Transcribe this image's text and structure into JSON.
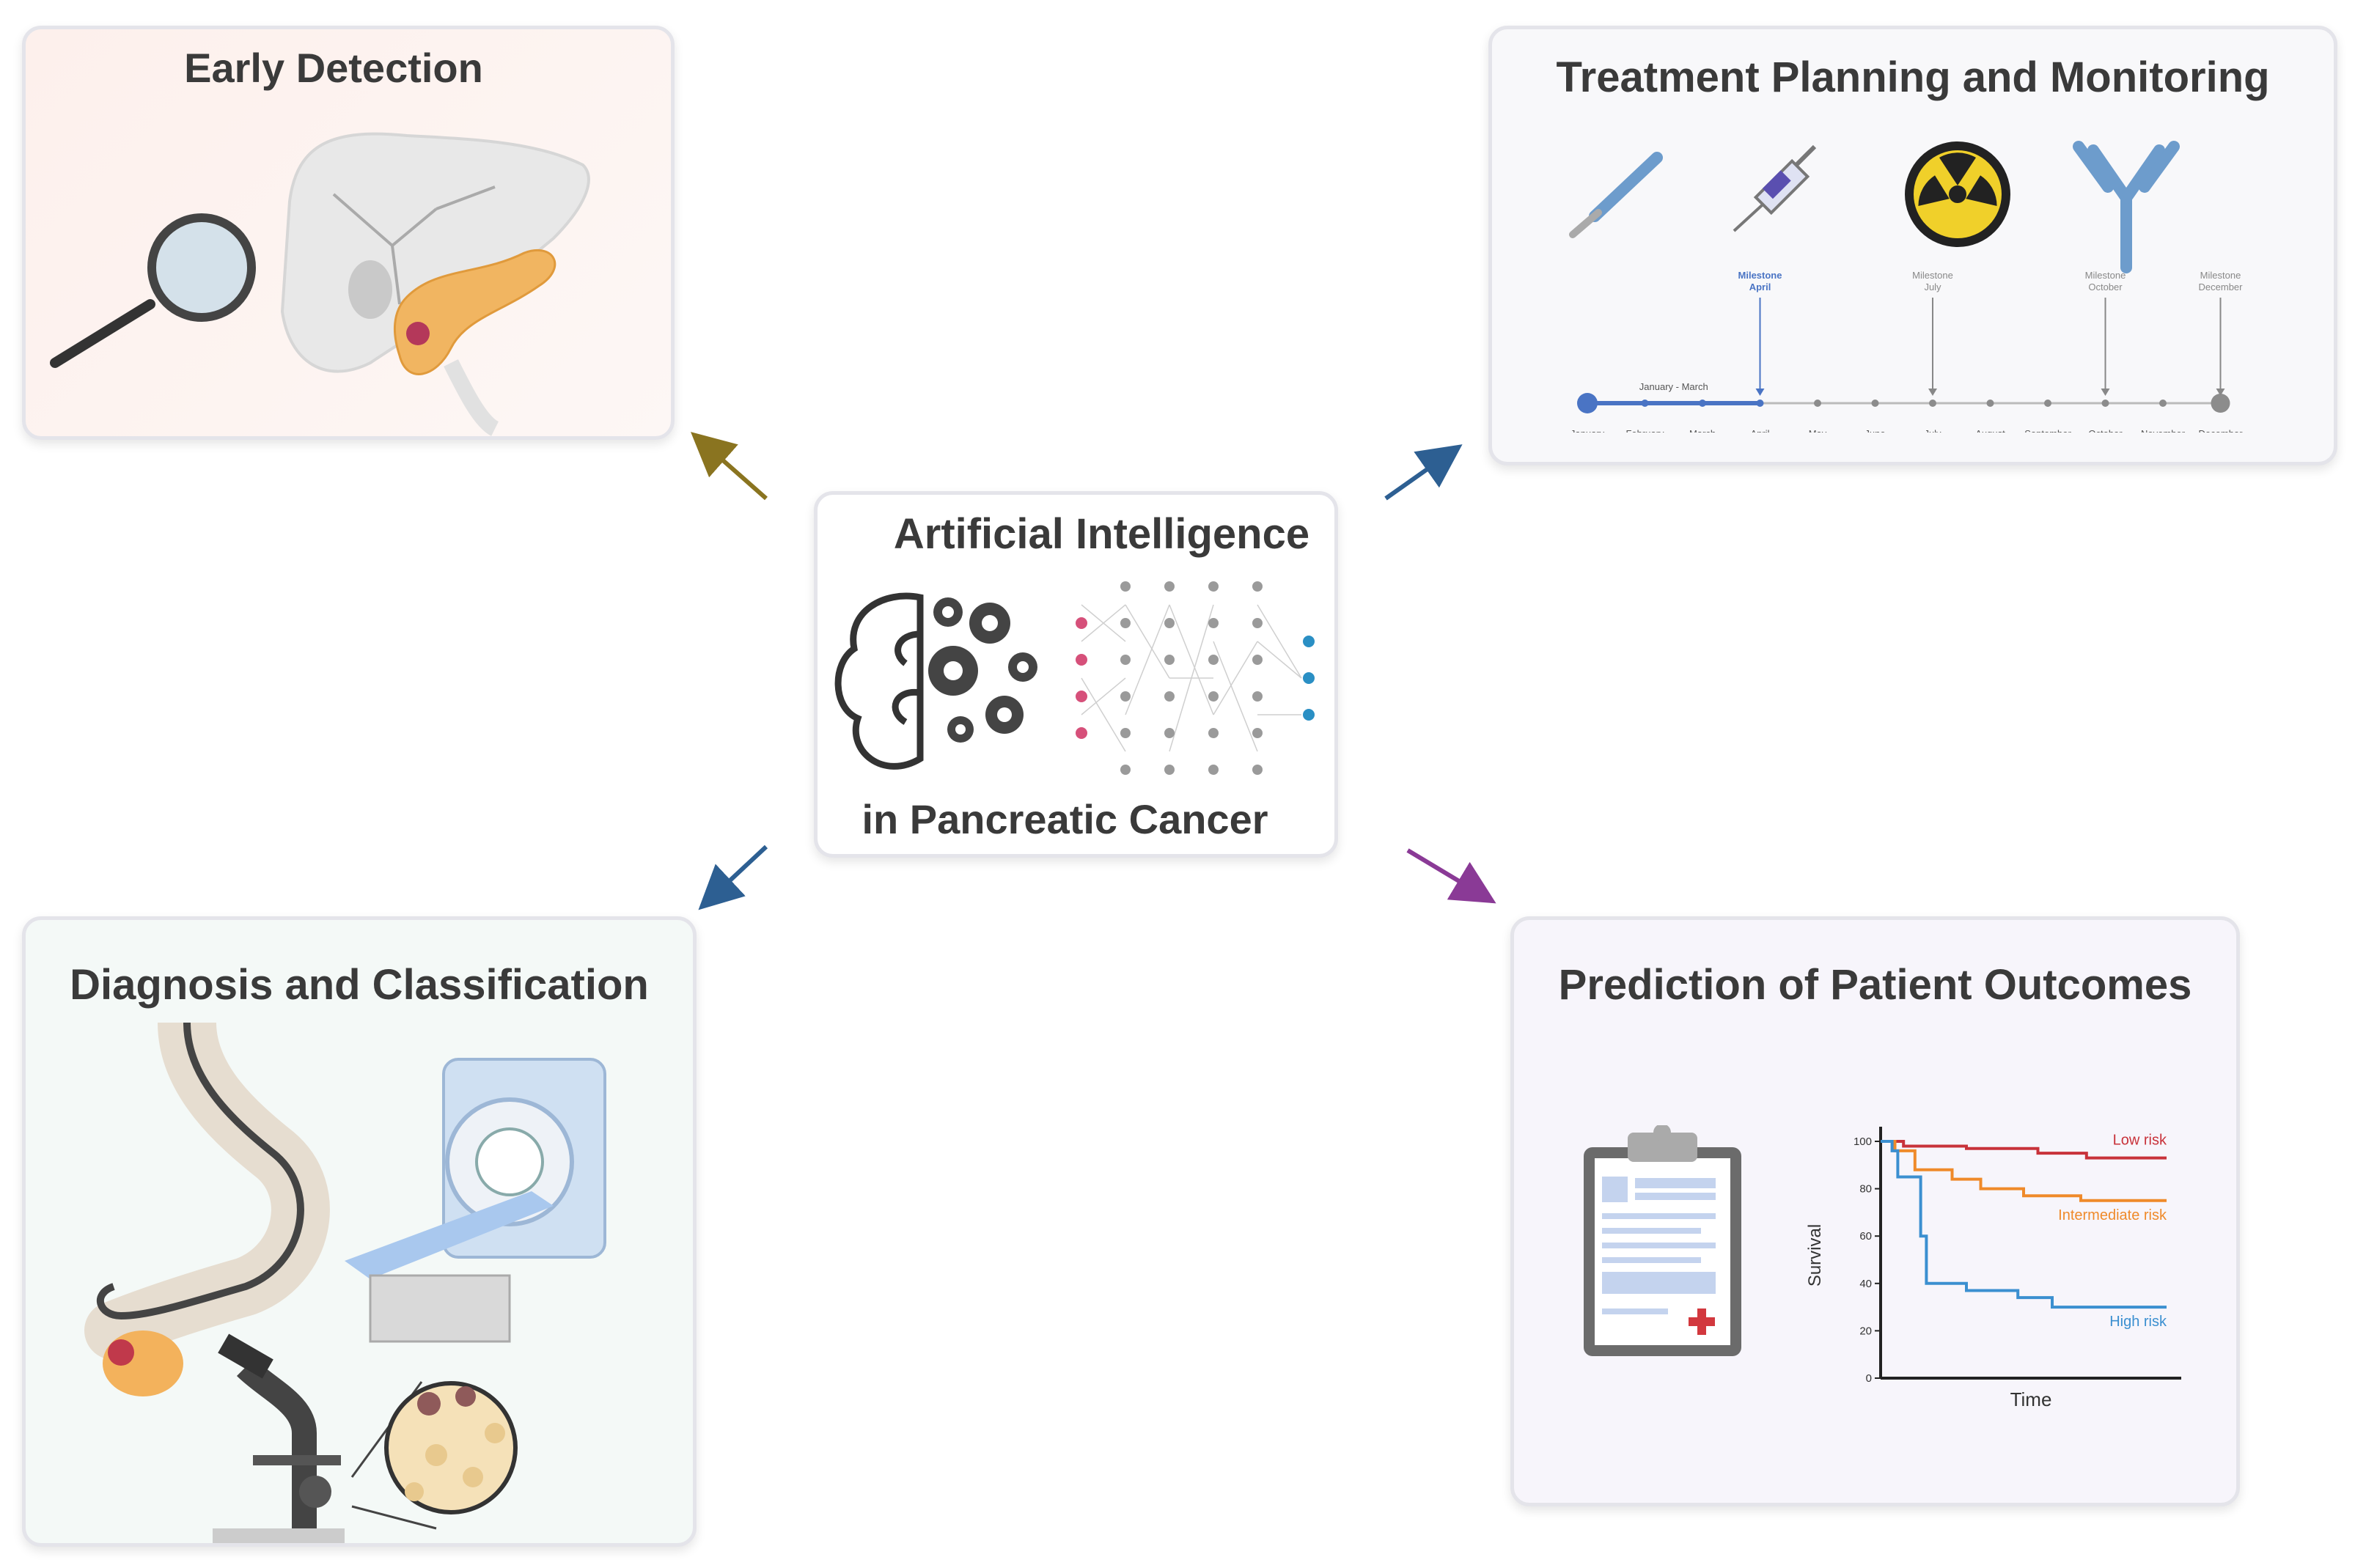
{
  "center": {
    "title_line1": "Artificial Intelligence",
    "title_line2": "in Pancreatic Cancer"
  },
  "panels": {
    "early_detection": {
      "title": "Early Detection"
    },
    "treatment": {
      "title": "Treatment Planning and Monitoring",
      "months": [
        "January",
        "February",
        "March",
        "April",
        "May",
        "June",
        "July",
        "August",
        "September",
        "October",
        "November",
        "December"
      ],
      "range_label": "January - March",
      "milestones": [
        {
          "label": "Milestone",
          "month": "April"
        },
        {
          "label": "Milestone",
          "month": "July"
        },
        {
          "label": "Milestone",
          "month": "October"
        },
        {
          "label": "Milestone",
          "month": "December"
        }
      ]
    },
    "diagnosis": {
      "title": "Diagnosis and Classification"
    },
    "outcomes": {
      "title": "Prediction of Patient Outcomes",
      "chart": {
        "ylabel": "Survival",
        "xlabel": "Time",
        "yticks": [
          "100",
          "80",
          "60",
          "40",
          "20",
          "0"
        ],
        "series": [
          {
            "name": "Low risk",
            "color": "#c8323a"
          },
          {
            "name": "Intermediate risk",
            "color": "#ef8a2a"
          },
          {
            "name": "High risk",
            "color": "#3b8fd0"
          }
        ]
      }
    }
  },
  "colors": {
    "arrow_early": "#8a7420",
    "arrow_treatment": "#2d5f92",
    "arrow_diagnosis": "#2d5f92",
    "arrow_outcomes": "#8a3a96",
    "timeline_blue": "#4a74c4"
  }
}
